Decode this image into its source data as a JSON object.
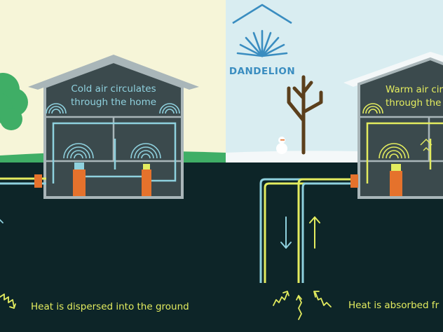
{
  "brand": {
    "name": "DANDELION"
  },
  "summer": {
    "house_caption_line1": "Cold air circulates",
    "house_caption_line2": "through the home",
    "ground_caption": "Heat is dispersed into the ground"
  },
  "winter": {
    "house_caption_line1": "Warm air circ",
    "house_caption_line2": "through the",
    "ground_caption": "Heat is absorbed fr"
  },
  "colors": {
    "summer_sky": "#f6f5d8",
    "winter_sky": "#d9edf1",
    "ground": "#0d2528",
    "house_fill": "#3b4a4d",
    "house_outline": "#a9b6b9",
    "cold_pipe": "#8fd1de",
    "warm_pipe": "#e3ec5f",
    "unit_orange": "#e5722c",
    "grass_green": "#3fae66",
    "brand_blue": "#3a8dc0",
    "tree_brown": "#5b3f1c"
  }
}
